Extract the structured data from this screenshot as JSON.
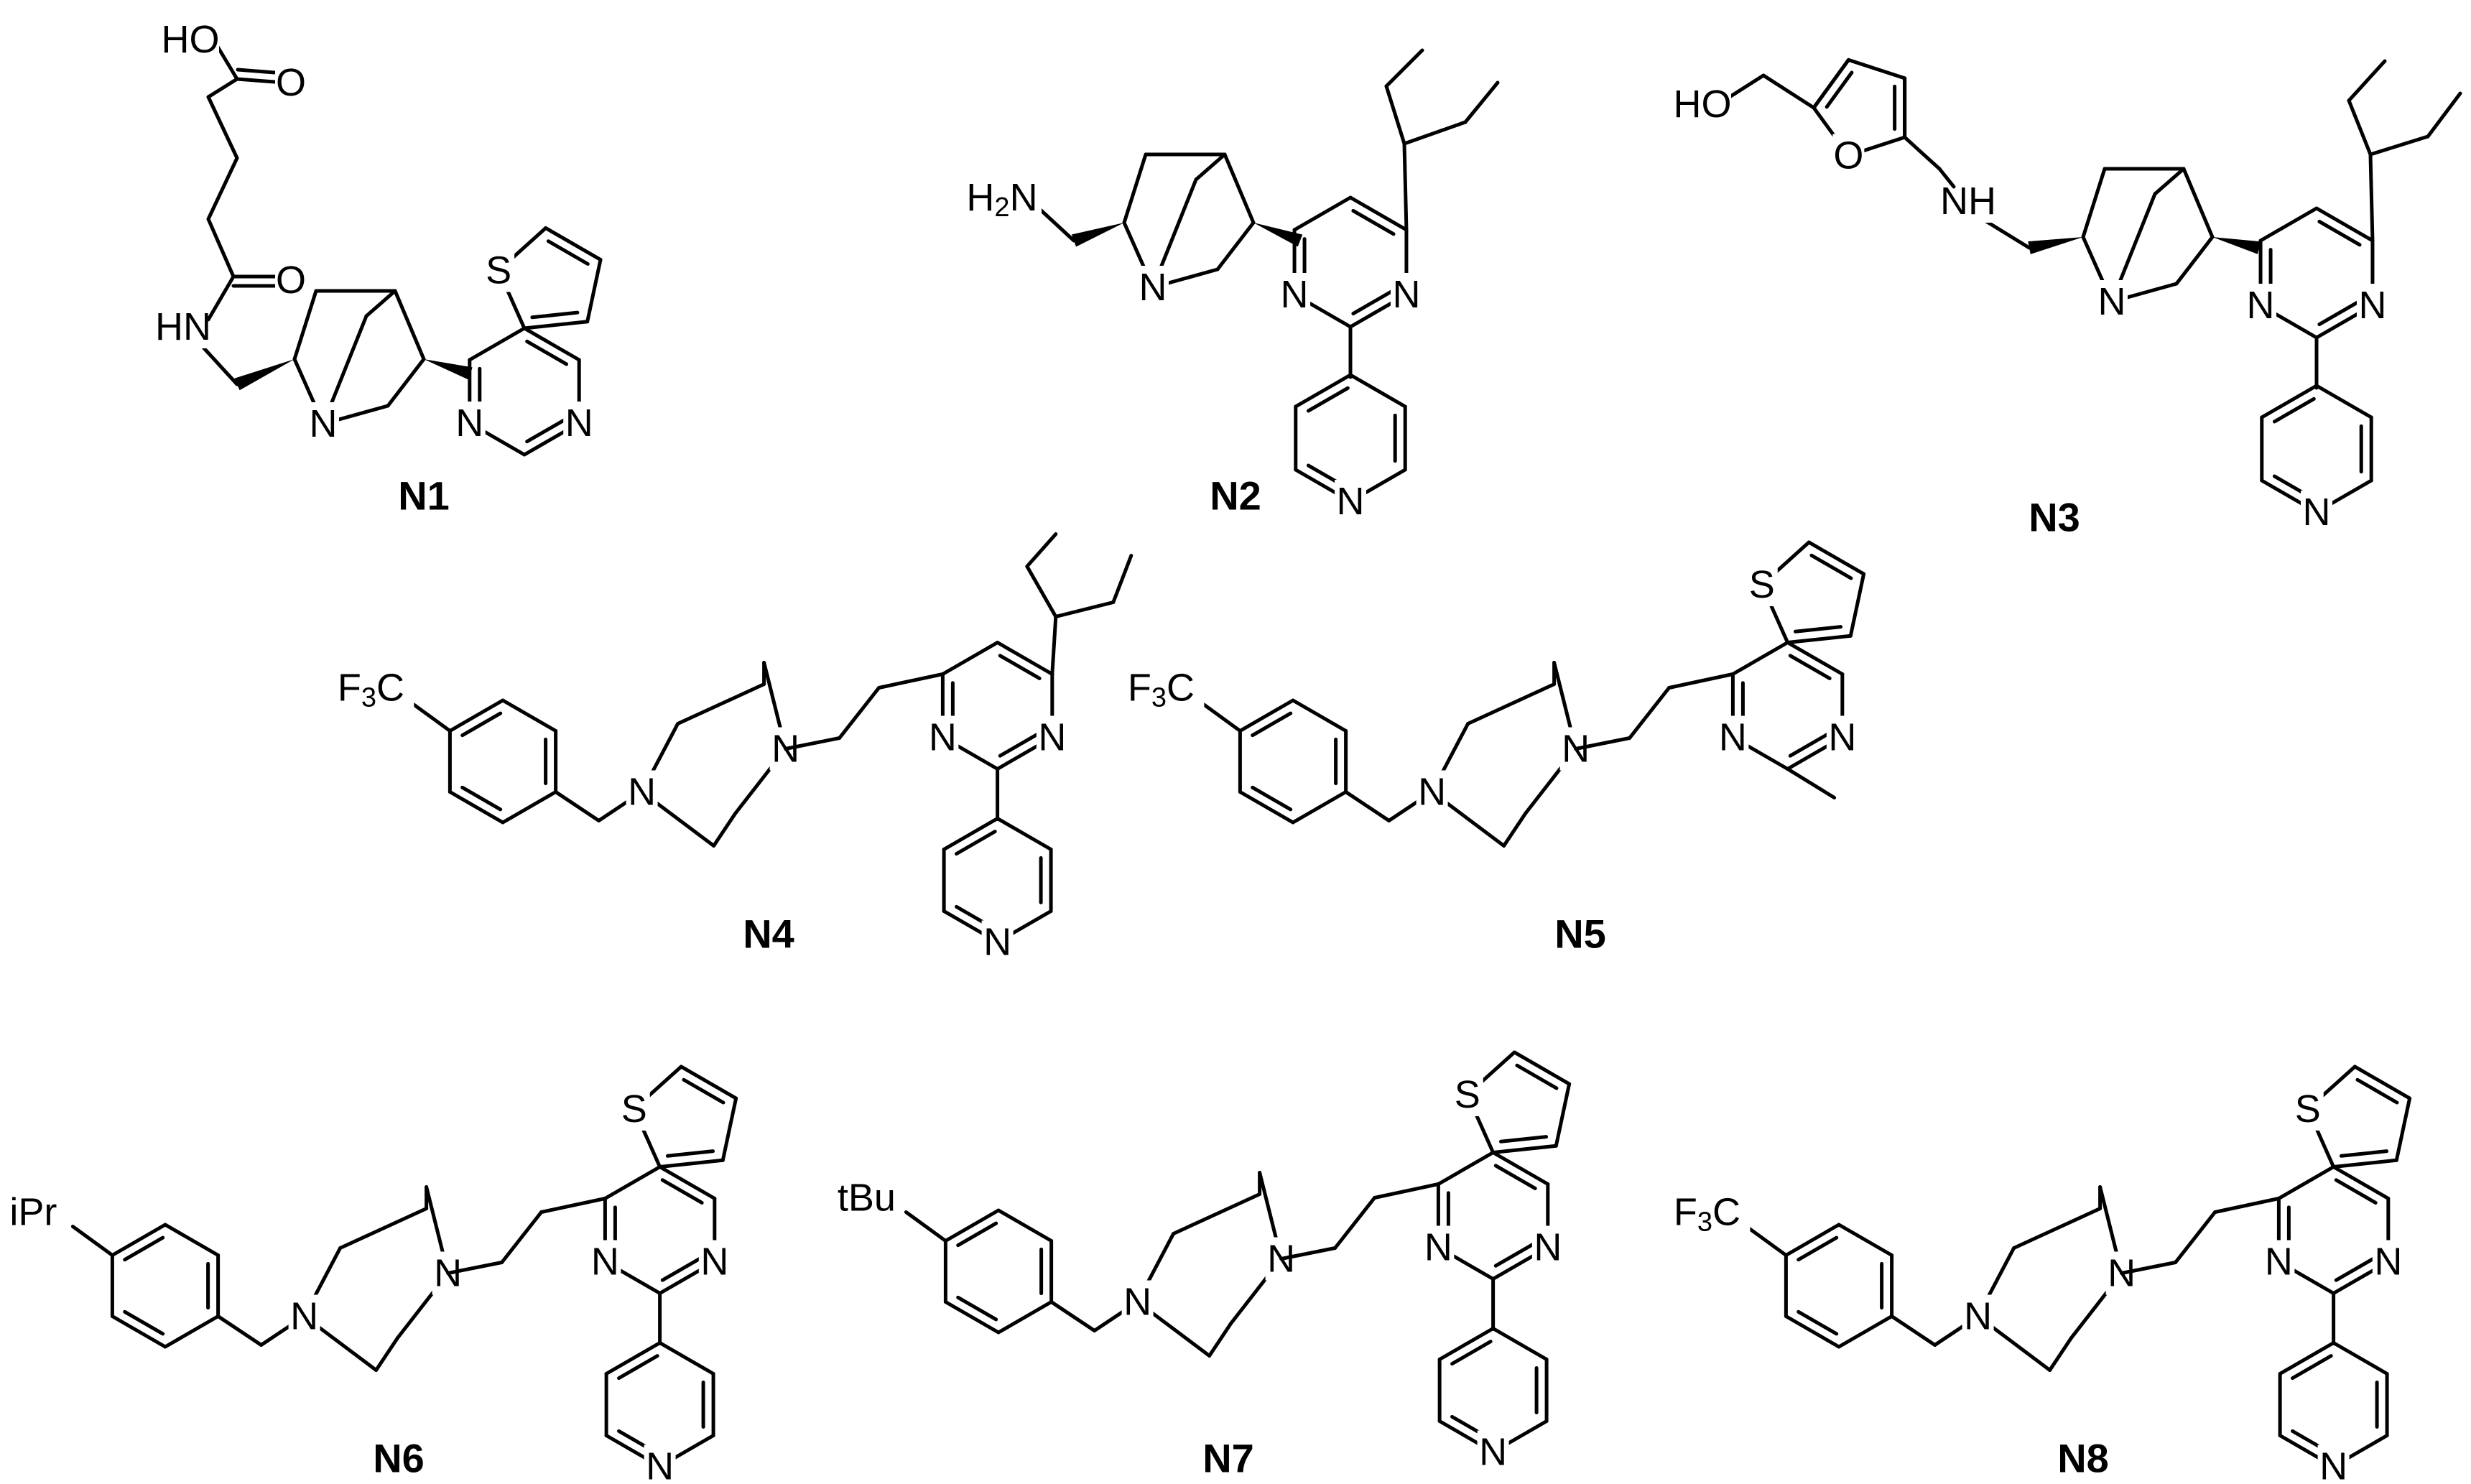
{
  "compounds": [
    {
      "id": "N1",
      "labels": [
        "HO",
        "O",
        "O",
        "HN",
        "N",
        "S",
        "N",
        "N"
      ]
    },
    {
      "id": "N2",
      "labels": [
        "H2N",
        "N",
        "N",
        "N",
        "N"
      ]
    },
    {
      "id": "N3",
      "labels": [
        "HO",
        "O",
        "NH",
        "N",
        "N",
        "N",
        "N"
      ]
    },
    {
      "id": "N4",
      "labels": [
        "F3C",
        "N",
        "N",
        "N",
        "N",
        "N"
      ]
    },
    {
      "id": "N5",
      "labels": [
        "F3C",
        "N",
        "N",
        "N",
        "N",
        "S"
      ]
    },
    {
      "id": "N6",
      "labels": [
        "iPr",
        "N",
        "N",
        "N",
        "N",
        "N",
        "S"
      ]
    },
    {
      "id": "N7",
      "labels": [
        "tBu",
        "N",
        "N",
        "N",
        "N",
        "N",
        "S"
      ]
    },
    {
      "id": "N8",
      "labels": [
        "F3C",
        "N",
        "N",
        "N",
        "N",
        "N",
        "S"
      ]
    }
  ],
  "colors": {
    "line": "#000000",
    "background": "#ffffff"
  }
}
